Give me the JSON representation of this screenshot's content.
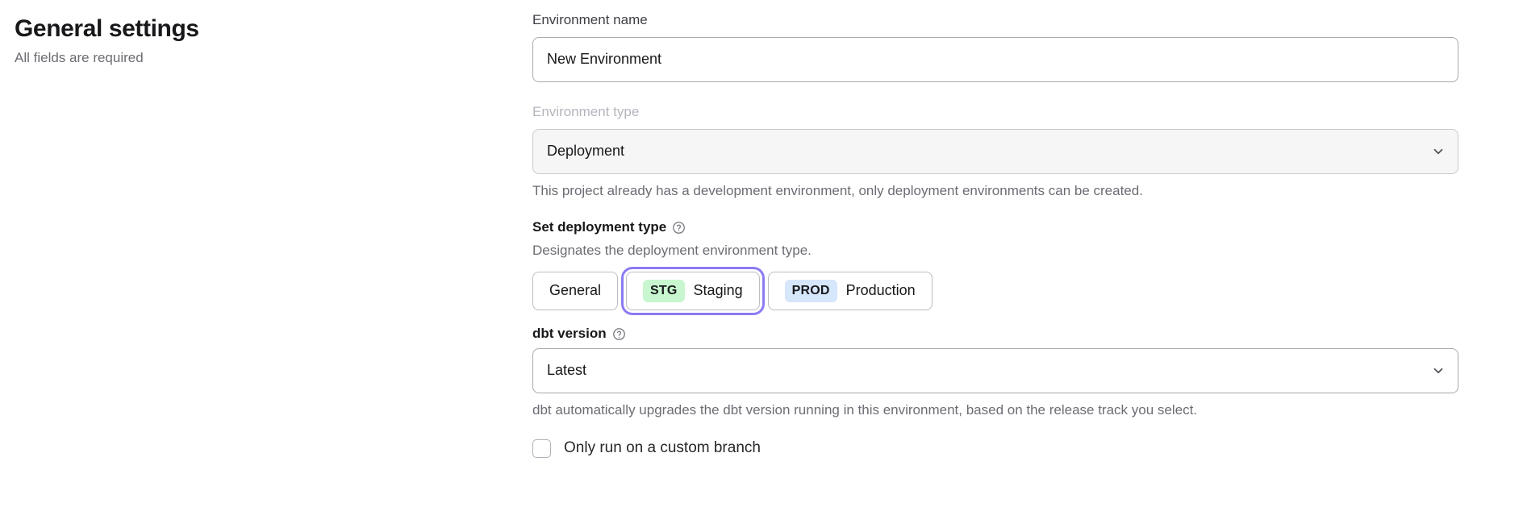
{
  "header": {
    "title": "General settings",
    "subtitle": "All fields are required"
  },
  "form": {
    "environment_name": {
      "label": "Environment name",
      "value": "New Environment",
      "placeholder": "Environment name"
    },
    "environment_type": {
      "label": "Environment type",
      "value": "Deployment",
      "disabled": true,
      "helper": "This project already has a development environment, only deployment environments can be created.",
      "chevron_icon": "chevron-down-icon"
    },
    "deployment_type": {
      "label": "Set deployment type",
      "help_icon": "help-circle-icon",
      "helper": "Designates the deployment environment type.",
      "selected": "Staging",
      "options": [
        {
          "label": "General",
          "badge": null,
          "badge_bg": null,
          "focused": false
        },
        {
          "label": "Staging",
          "badge": "STG",
          "badge_bg": "#c8f7cf",
          "focused": true
        },
        {
          "label": "Production",
          "badge": "PROD",
          "badge_bg": "#d6e6fb",
          "focused": false
        }
      ]
    },
    "dbt_version": {
      "label": "dbt version",
      "help_icon": "help-circle-icon",
      "value": "Latest",
      "helper": "dbt automatically upgrades the dbt version running in this environment, based on the release track you select.",
      "chevron_icon": "chevron-down-icon"
    },
    "custom_branch": {
      "label": "Only run on a custom branch",
      "checked": false
    }
  },
  "colors": {
    "focus_ring": "#8b7cf2",
    "stg_badge": "#c8f7cf",
    "prod_badge": "#d6e6fb",
    "disabled_field": "#f6f6f7"
  }
}
